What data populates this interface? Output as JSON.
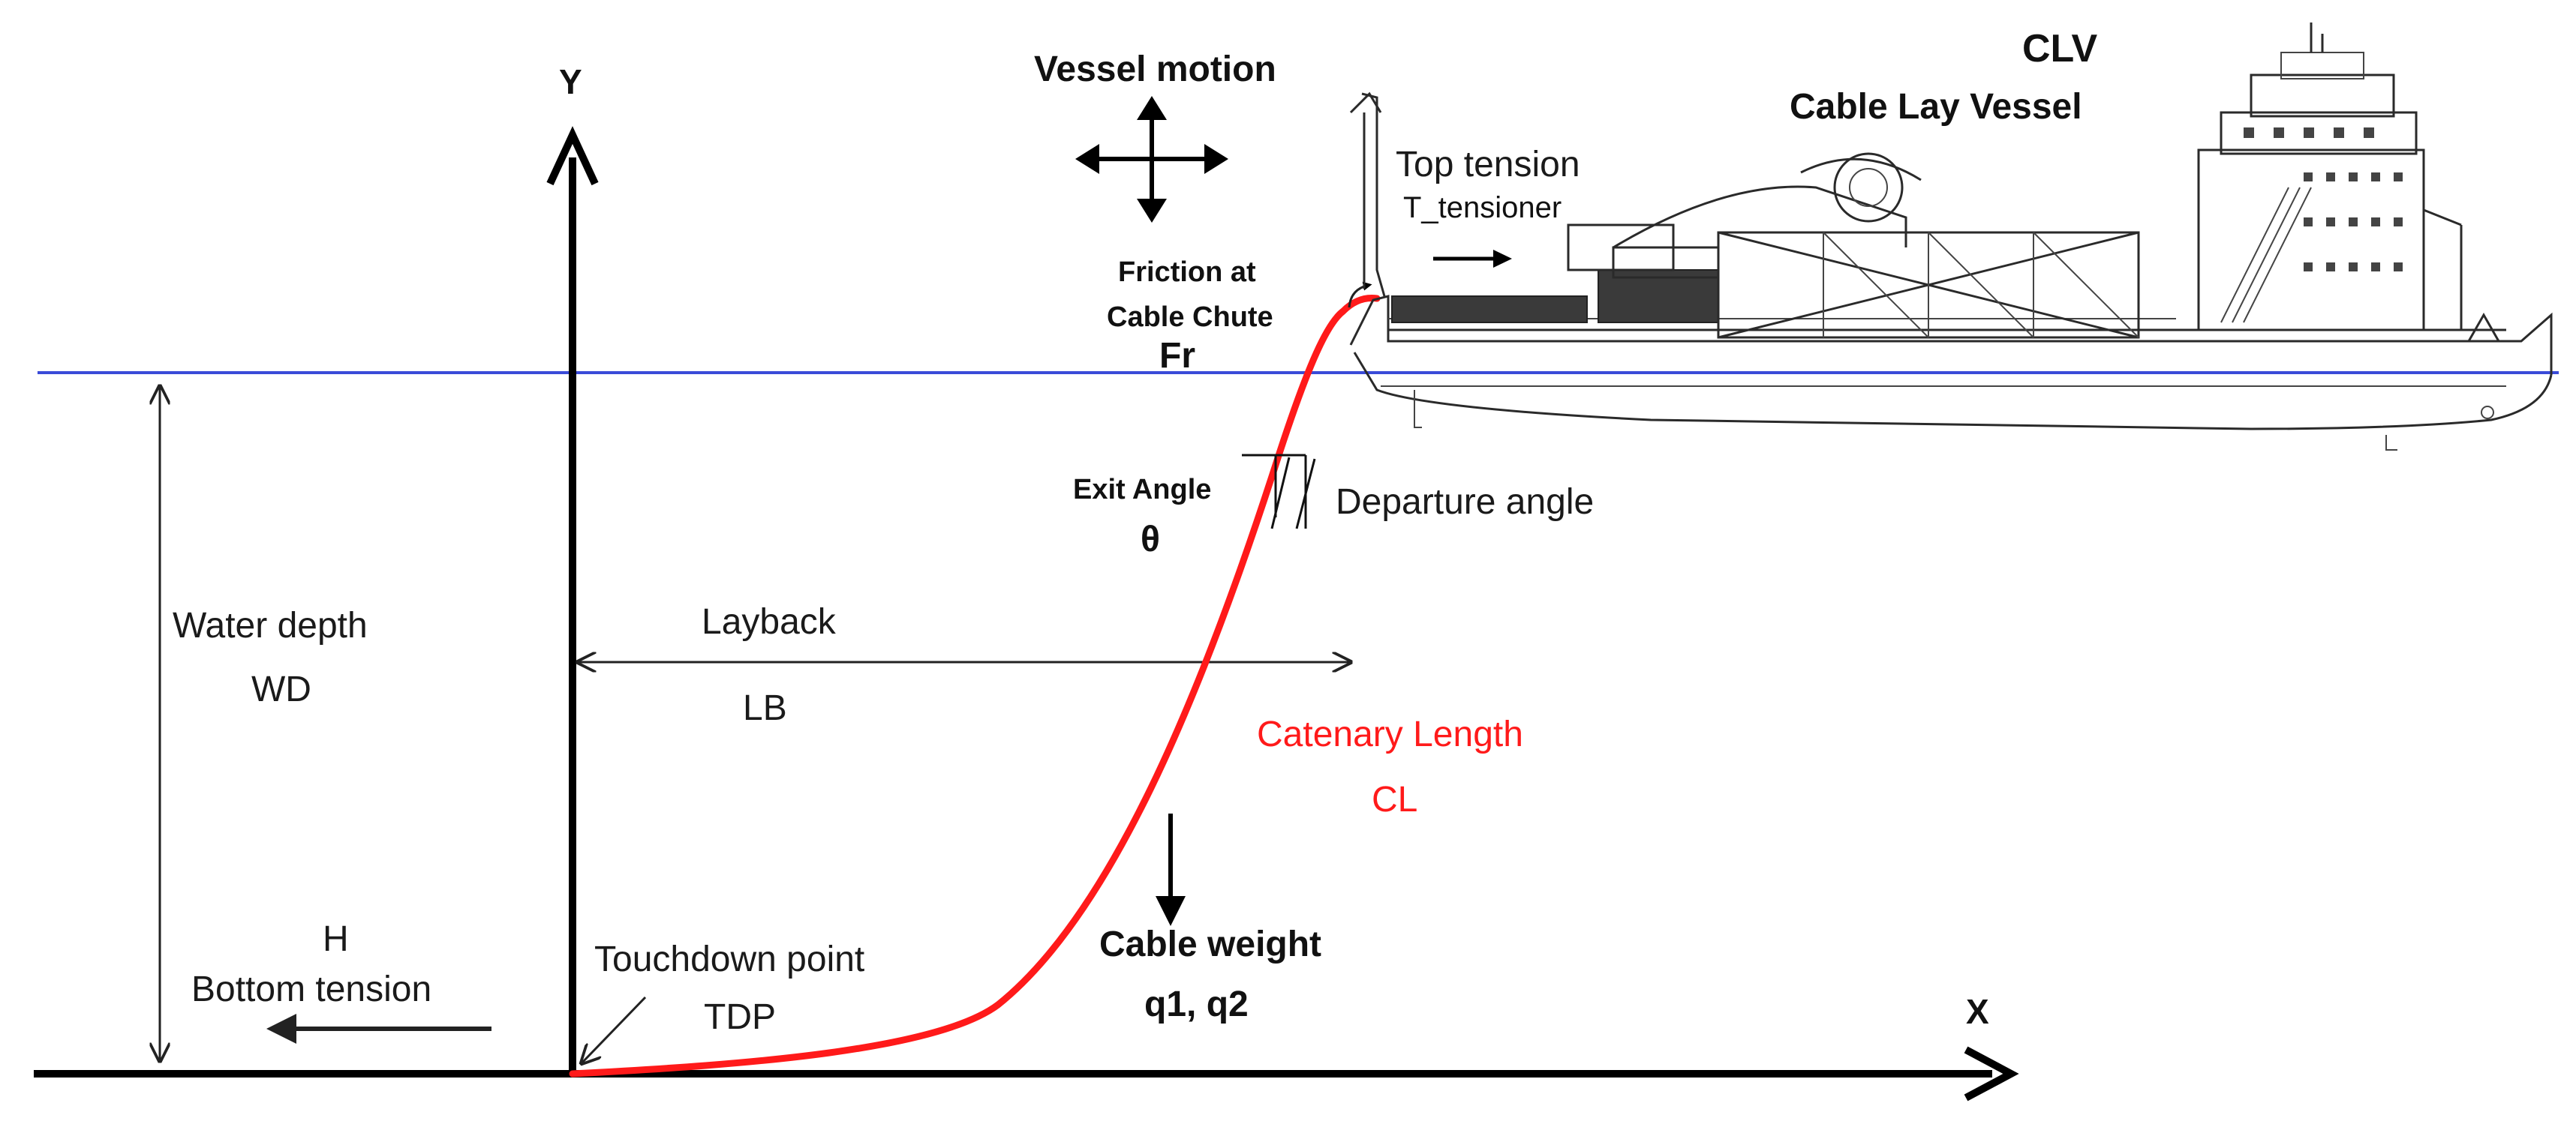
{
  "labels": {
    "y_axis": "Y",
    "x_axis": "X",
    "vessel_motion": "Vessel motion",
    "clv": "CLV",
    "clv_full": "Cable Lay Vessel",
    "top_tension": "Top tension",
    "t_tensioner": "T_tensioner",
    "friction_line1": "Friction at",
    "friction_line2": "Cable Chute",
    "friction_symbol": "Fr",
    "exit_angle": "Exit Angle",
    "theta": "θ",
    "departure_angle": "Departure angle",
    "water_depth": "Water depth",
    "wd": "WD",
    "layback": "Layback",
    "lb": "LB",
    "catenary_length": "Catenary Length",
    "cl": "CL",
    "cable_weight": "Cable weight",
    "q_values": "q1, q2",
    "h": "H",
    "bottom_tension": "Bottom tension",
    "touchdown_point": "Touchdown point",
    "tdp": "TDP"
  },
  "colors": {
    "cable": "#ff1a1a",
    "water_line": "#3a4bd8",
    "axis": "#000000",
    "catenary_text": "#ff1a1a"
  },
  "icons": {
    "vessel_motion": "four-way-arrow-icon",
    "ship": "cable-lay-vessel-drawing"
  }
}
